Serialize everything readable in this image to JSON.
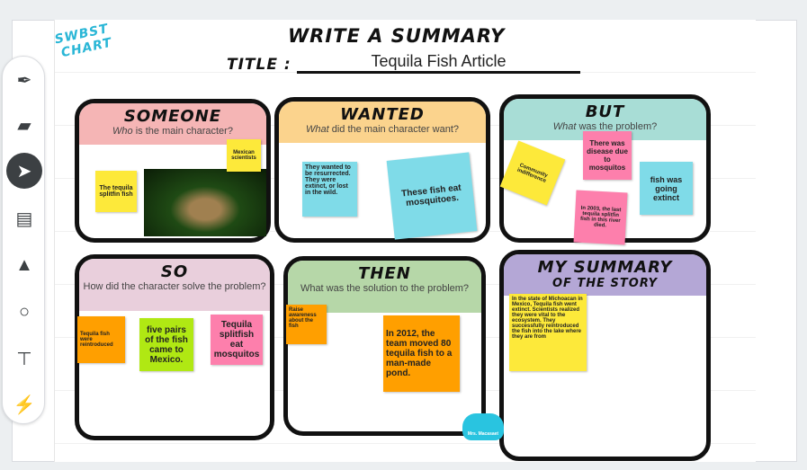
{
  "header": {
    "logo_line1": "SWBST",
    "logo_line2": "CHART",
    "title": "WRITE A SUMMARY",
    "title_label": "TITLE :",
    "title_value": "Tequila Fish Article"
  },
  "toolbar": {
    "tools": [
      "pen",
      "eraser",
      "select",
      "sticky-note",
      "image",
      "shape",
      "text-box",
      "laser"
    ]
  },
  "sections": {
    "someone": {
      "title": "SOMEONE",
      "question_em": "Who",
      "question": " is the main character?",
      "notes": [
        "The tequila splitfin fish",
        "Mexican scientists"
      ]
    },
    "wanted": {
      "title": "WANTED",
      "question_em": "What",
      "question": " did the main character want?",
      "notes": [
        "They wanted to be resurrected. They were extinct, or lost in the wild.",
        "These fish eat mosquitoes."
      ]
    },
    "but": {
      "title": "BUT",
      "question_em": "What",
      "question": " was the problem?",
      "notes": [
        "Community indifference",
        "There was disease due to mosquitos",
        "fish was going extinct",
        "In 2003, the last tequila splitfin fish in this river died."
      ]
    },
    "so": {
      "title": "SO",
      "question": "How did the character solve the problem?",
      "notes": [
        "Tequila fish were reintroduced",
        "five pairs of the fish came to Mexico.",
        "Tequila splitfish eat mosquitos"
      ]
    },
    "then": {
      "title": "THEN",
      "question": "What was the solution to the problem?",
      "notes": [
        "Raise awareness about the fish",
        "In 2012, the team moved 80 tequila fish to a man-made pond."
      ]
    },
    "summary": {
      "title": "MY SUMMARY",
      "subtitle": "OF THE STORY",
      "notes": [
        "In the state of Michoacan in Mexico, Tequila fish went extinct. Scientists realized they were vital to the ecosystem. They successfully reintroduced the fish into the lake where they are from"
      ]
    }
  },
  "badge": "Mrs. Macasaet",
  "colors": {
    "yellow": "#fde93a",
    "cyan": "#7fdbe8",
    "pink": "#fd7fac",
    "orange": "#ff9f00",
    "green": "#b0e813"
  }
}
